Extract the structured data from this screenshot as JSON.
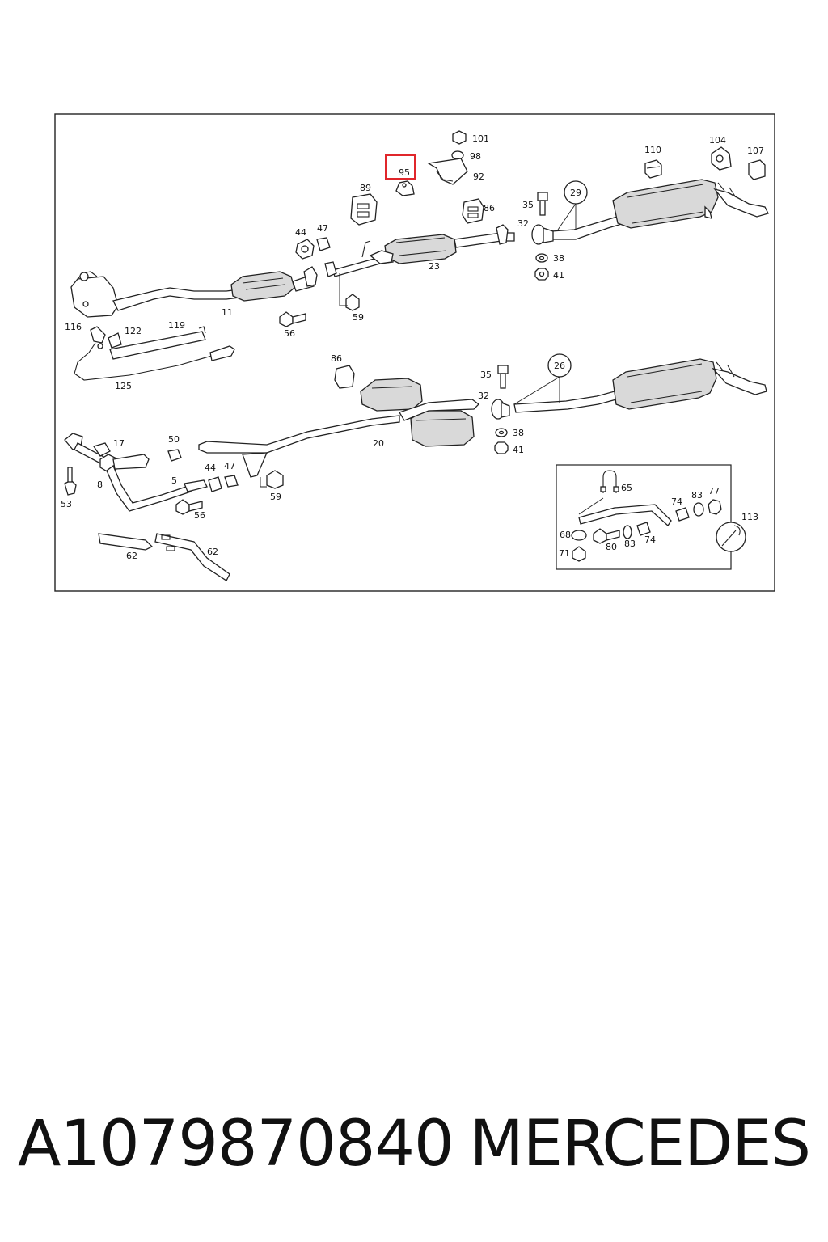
{
  "footer": {
    "part_number": "A1079870840",
    "brand": "MERCEDES"
  },
  "highlight": {
    "label": "95",
    "color": "#e0262b"
  },
  "callouts": {
    "c29": "29",
    "c26": "26",
    "c113": "113"
  },
  "labels": {
    "l101": "101",
    "l98": "98",
    "l92": "92",
    "l89": "89",
    "l86a": "86",
    "l86b": "86",
    "l35a": "35",
    "l35b": "35",
    "l32a": "32",
    "l32b": "32",
    "l38a": "38",
    "l38b": "38",
    "l41a": "41",
    "l41b": "41",
    "l110": "110",
    "l104": "104",
    "l107": "107",
    "l44a": "44",
    "l44b": "44",
    "l47a": "47",
    "l47b": "47",
    "l23": "23",
    "l11": "11",
    "l56a": "56",
    "l56b": "56",
    "l59a": "59",
    "l59b": "59",
    "l116": "116",
    "l122": "122",
    "l119": "119",
    "l125": "125",
    "l20": "20",
    "l17": "17",
    "l8": "8",
    "l50": "50",
    "l5": "5",
    "l53": "53",
    "l62a": "62",
    "l62b": "62",
    "l65": "65",
    "l74a": "74",
    "l74b": "74",
    "l83a": "83",
    "l83b": "83",
    "l77": "77",
    "l68": "68",
    "l71": "71",
    "l80": "80"
  }
}
